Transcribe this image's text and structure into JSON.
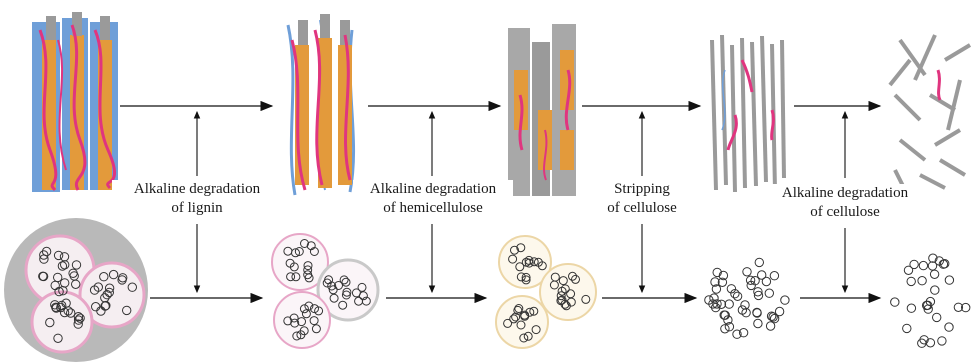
{
  "steps": [
    {
      "line1": "Alkaline degradation",
      "line2": "of lignin"
    },
    {
      "line1": "Alkaline degradation",
      "line2": "of hemicellulose"
    },
    {
      "line1": "Stripping",
      "line2": "of cellulose"
    },
    {
      "line1": "Alkaline degradation",
      "line2": "of cellulose"
    }
  ],
  "colors": {
    "lignin": "#6f9fd8",
    "hemicellulose": "#e0357f",
    "cellulose_core": "#e39a3b",
    "cellulose_fibril": "#9a9a9a",
    "arrow": "#111111",
    "cross_section_bg": "#b9b9b9",
    "cross_section_lignin": "#e7a6c7"
  }
}
